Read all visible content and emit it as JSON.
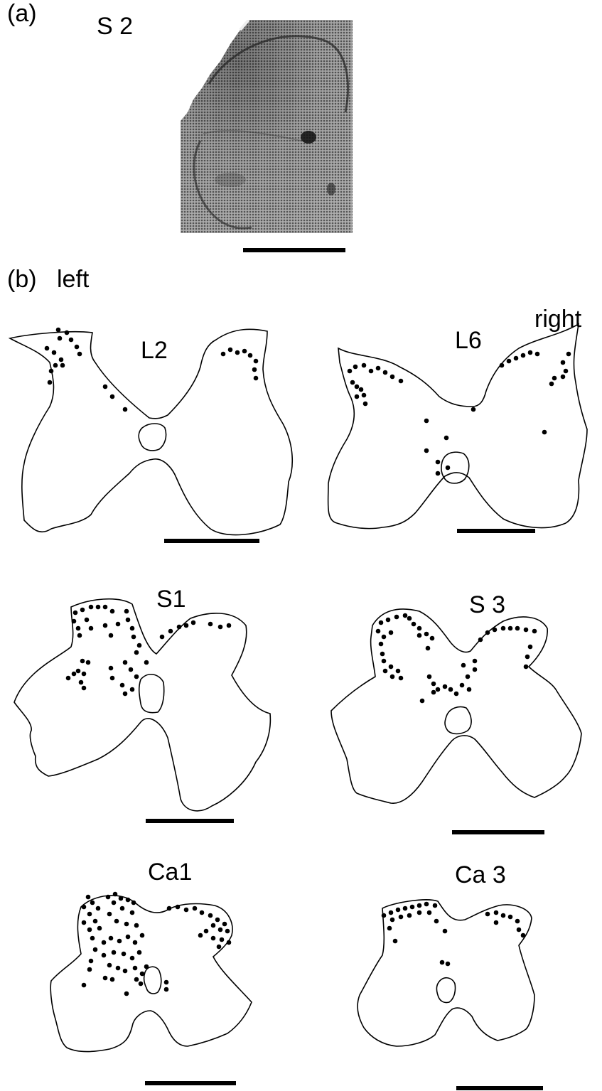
{
  "panel_a": {
    "label": "(a)",
    "section": "S 2"
  },
  "panel_b": {
    "label": "(b)",
    "left": "left",
    "right": "right"
  },
  "sections": [
    {
      "id": "l2",
      "label": "L2"
    },
    {
      "id": "l6",
      "label": "L6"
    },
    {
      "id": "s1",
      "label": "S1"
    },
    {
      "id": "s3",
      "label": "S 3"
    },
    {
      "id": "ca1",
      "label": "Ca1"
    },
    {
      "id": "ca3",
      "label": "Ca 3"
    }
  ]
}
